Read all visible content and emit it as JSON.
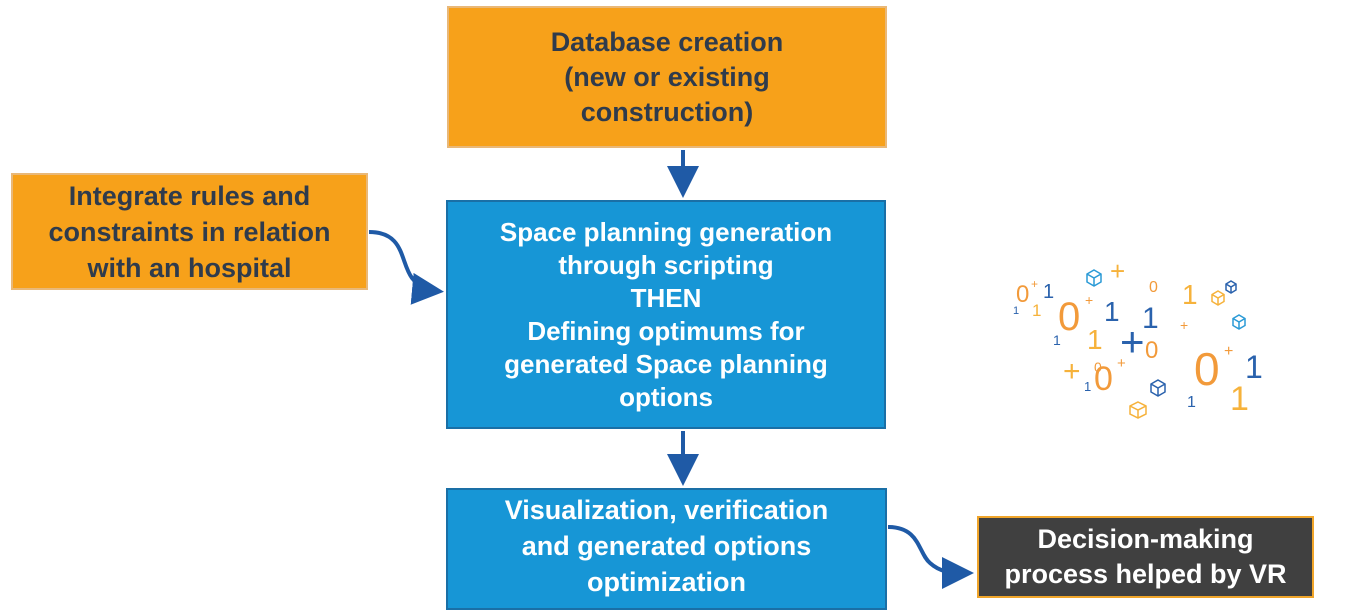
{
  "boxes": {
    "database": "Database creation\n(new or existing\nconstruction)",
    "rules": "Integrate rules and\nconstraints in relation\nwith an hospital",
    "space_planning": "Space planning generation\nthrough scripting\nTHEN\nDefining optimums for\ngenerated Space planning\noptions",
    "visualization": "Visualization, verification\nand generated options\noptimization",
    "decision": "Decision-making\nprocess helped by VR"
  },
  "colors": {
    "orange": "#f7a11a",
    "blue": "#1796d6",
    "dark": "#404040",
    "arrow": "#1f5aa6"
  },
  "decoration": {
    "icon": "binary-data-cloud-icon"
  }
}
